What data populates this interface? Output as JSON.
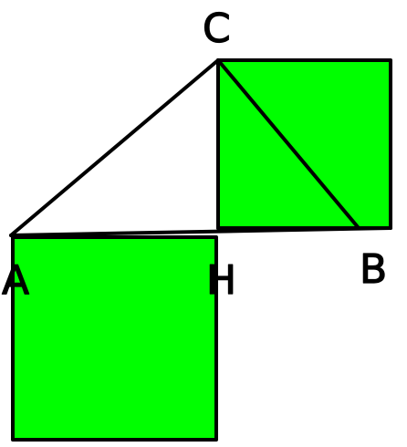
{
  "labels": {
    "c": "C",
    "a": "A",
    "h": "H",
    "b": "B"
  },
  "colors": {
    "fill": "#00ff00",
    "stroke": "#000000",
    "background": "#ffffff"
  }
}
